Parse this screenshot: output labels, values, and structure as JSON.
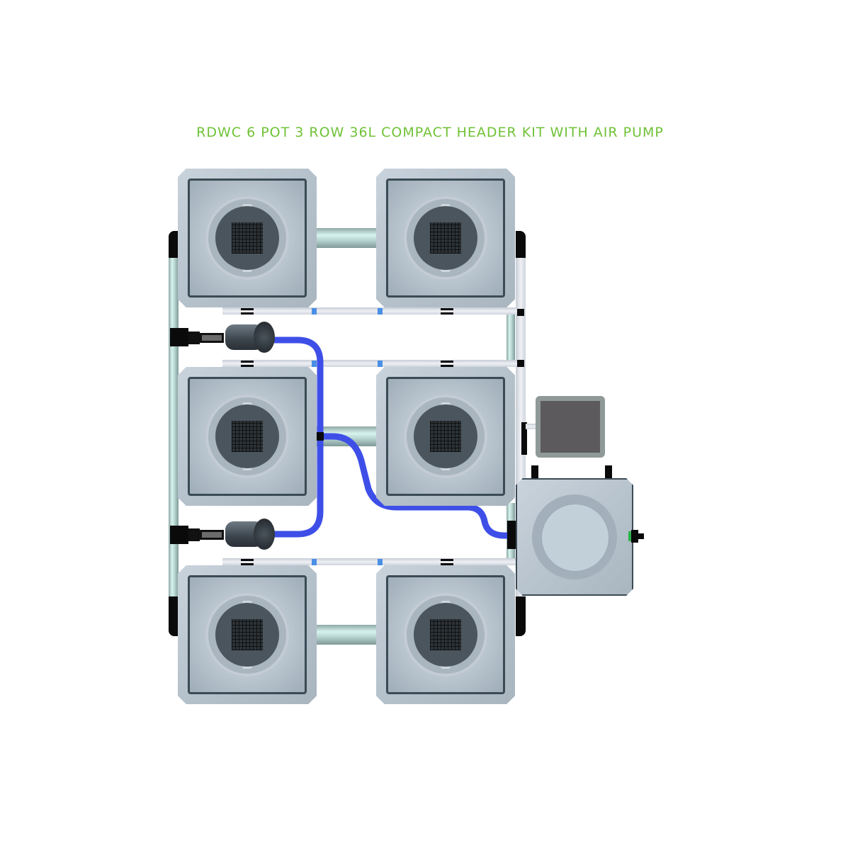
{
  "title": "RDWC 6 POT 3 ROW 36L COMPACT HEADER KIT WITH AIR PUMP",
  "colors": {
    "title_green": "#6fc236",
    "air_line_blue": "#3e4fe8",
    "pot_grey": "#b5c1cb",
    "pipe_mint": "#c6e6e0",
    "connector_black": "#0a0a0a",
    "tee_blue": "#4a8fe6",
    "controller_screen": "#5c5a5c"
  },
  "diagram": {
    "pots": [
      {
        "id": "pot-1",
        "row": 1,
        "col": 1
      },
      {
        "id": "pot-2",
        "row": 1,
        "col": 2
      },
      {
        "id": "pot-3",
        "row": 2,
        "col": 1
      },
      {
        "id": "pot-4",
        "row": 2,
        "col": 2
      },
      {
        "id": "pot-5",
        "row": 3,
        "col": 1
      },
      {
        "id": "pot-6",
        "row": 3,
        "col": 2
      }
    ],
    "components": [
      "header-reservoir",
      "controller-box",
      "air-pump-1",
      "air-pump-2",
      "air-line",
      "header-pipes"
    ]
  }
}
